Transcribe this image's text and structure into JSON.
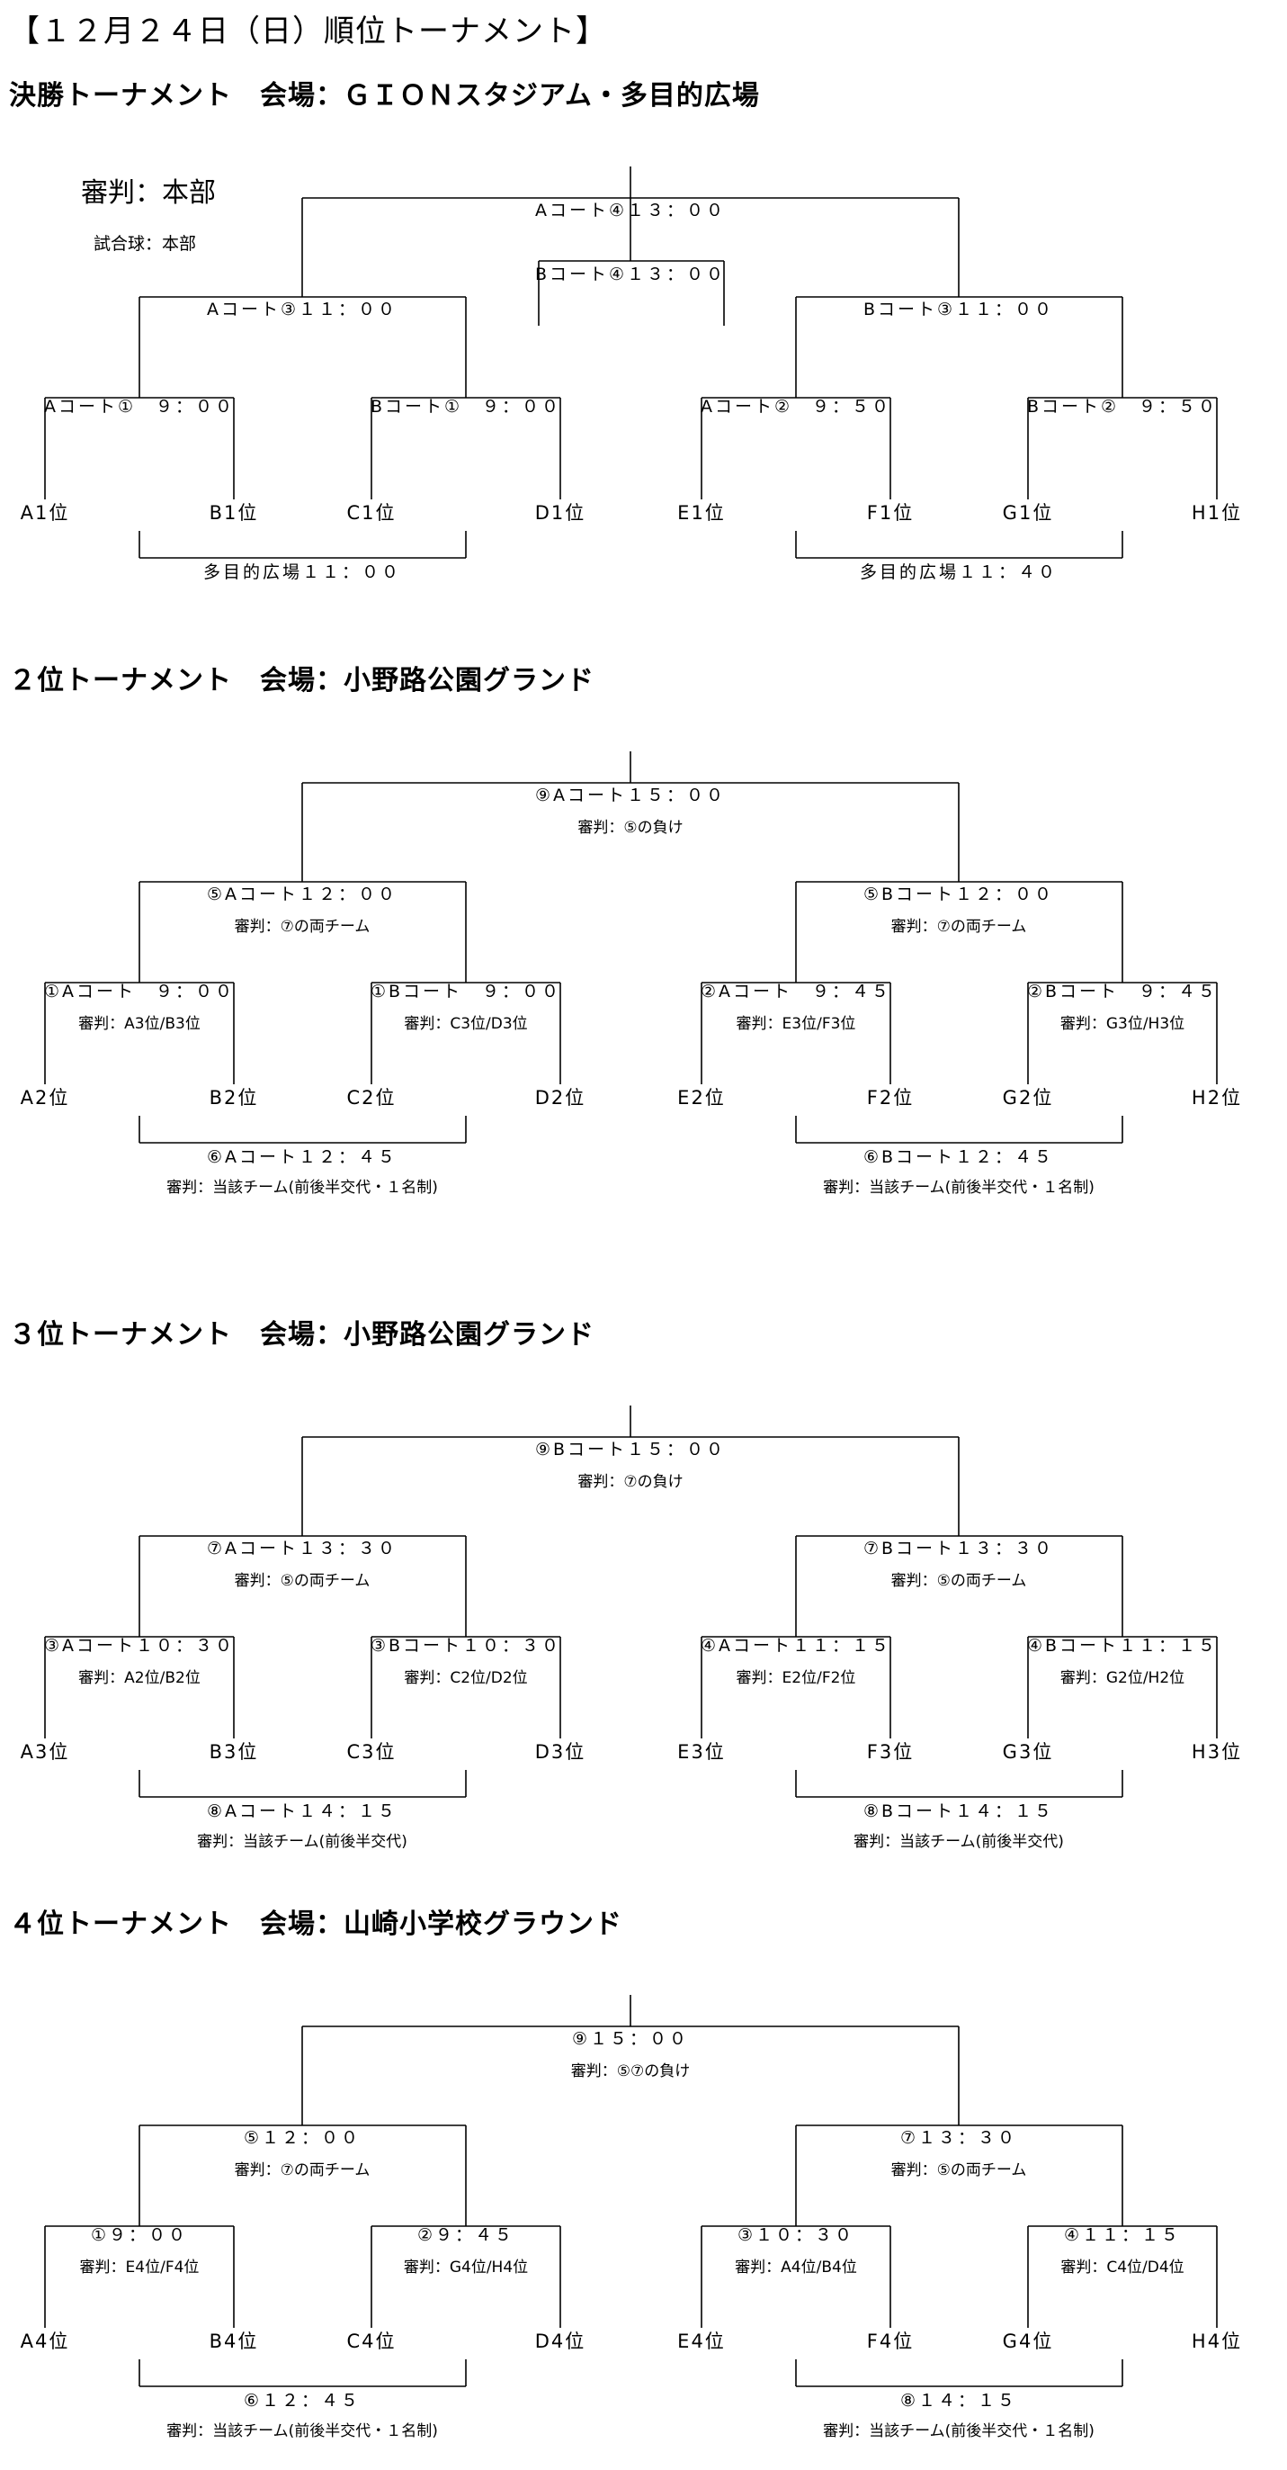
{
  "page_title": "【１２月２４日（日）順位トーナメント】",
  "final_referee": "審判：本部",
  "final_ball": "試合球：本部",
  "sections": [
    {
      "title": "決勝トーナメント　会場：ＧＩＯＮスタジアム・多目的広場",
      "final": "Aコート④１３：００",
      "final_ref": "",
      "third": "Bコート④１３：００",
      "semi_l": "Aコート③１１：００",
      "semi_l_ref": "",
      "semi_r": "Bコート③１１：００",
      "semi_r_ref": "",
      "q1": "Aコート①　９：００",
      "q1_ref": "",
      "q2": "Bコート①　９：００",
      "q2_ref": "",
      "q3": "Aコート②　９：５０",
      "q3_ref": "",
      "q4": "Bコート②　９：５０",
      "q4_ref": "",
      "teams": [
        "A1位",
        "B1位",
        "C1位",
        "D1位",
        "E1位",
        "F1位",
        "G1位",
        "H1位"
      ],
      "cons_l": "多目的広場１１：００",
      "cons_l_ref": "",
      "cons_r": "多目的広場１１：４０",
      "cons_r_ref": ""
    },
    {
      "title": "２位トーナメント　会場：小野路公園グランド",
      "final": "⑨Aコート１５：００",
      "final_ref": "審判：⑤の負け",
      "third": "",
      "semi_l": "⑤Aコート１２：００",
      "semi_l_ref": "審判：⑦の両チーム",
      "semi_r": "⑤Bコート１２：００",
      "semi_r_ref": "審判：⑦の両チーム",
      "q1": "①Aコート　９：００",
      "q1_ref": "審判：A3位/B3位",
      "q2": "①Bコート　９：００",
      "q2_ref": "審判：C3位/D3位",
      "q3": "②Aコート　９：４５",
      "q3_ref": "審判：E3位/F3位",
      "q4": "②Bコート　９：４５",
      "q4_ref": "審判：G3位/H3位",
      "teams": [
        "A2位",
        "B2位",
        "C2位",
        "D2位",
        "E2位",
        "F2位",
        "G2位",
        "H2位"
      ],
      "cons_l": "⑥Aコート１２：４５",
      "cons_l_ref": "審判：当該チーム(前後半交代・１名制)",
      "cons_r": "⑥Bコート１２：４５",
      "cons_r_ref": "審判：当該チーム(前後半交代・１名制)"
    },
    {
      "title": "３位トーナメント　会場：小野路公園グランド",
      "final": "⑨Bコート１５：００",
      "final_ref": "審判：⑦の負け",
      "third": "",
      "semi_l": "⑦Aコート１３：３０",
      "semi_l_ref": "審判：⑤の両チーム",
      "semi_r": "⑦Bコート１３：３０",
      "semi_r_ref": "審判：⑤の両チーム",
      "q1": "③Aコート１０：３０",
      "q1_ref": "審判：A2位/B2位",
      "q2": "③Bコート１０：３０",
      "q2_ref": "審判：C2位/D2位",
      "q3": "④Aコート１１：１５",
      "q3_ref": "審判：E2位/F2位",
      "q4": "④Bコート１１：１５",
      "q4_ref": "審判：G2位/H2位",
      "teams": [
        "A3位",
        "B3位",
        "C3位",
        "D3位",
        "E3位",
        "F3位",
        "G3位",
        "H3位"
      ],
      "cons_l": "⑧Aコート１４：１５",
      "cons_l_ref": "審判：当該チーム(前後半交代)",
      "cons_r": "⑧Bコート１４：１５",
      "cons_r_ref": "審判：当該チーム(前後半交代)"
    },
    {
      "title": "４位トーナメント　会場：山崎小学校グラウンド",
      "final": "⑨１５：００",
      "final_ref": "審判：⑤⑦の負け",
      "third": "",
      "semi_l": "⑤１２：００",
      "semi_l_ref": "審判：⑦の両チーム",
      "semi_r": "⑦１３：３０",
      "semi_r_ref": "審判：⑤の両チーム",
      "q1": "①９：００",
      "q1_ref": "審判：E4位/F4位",
      "q2": "②９：４５",
      "q2_ref": "審判：G4位/H4位",
      "q3": "③１０：３０",
      "q3_ref": "審判：A4位/B4位",
      "q4": "④１１：１５",
      "q4_ref": "審判：C4位/D4位",
      "teams": [
        "A4位",
        "B4位",
        "C4位",
        "D4位",
        "E4位",
        "F4位",
        "G4位",
        "H4位"
      ],
      "cons_l": "⑥１２：４５",
      "cons_l_ref": "審判：当該チーム(前後半交代・１名制)",
      "cons_r": "⑧１４：１５",
      "cons_r_ref": "審判：当該チーム(前後半交代・１名制)"
    }
  ]
}
